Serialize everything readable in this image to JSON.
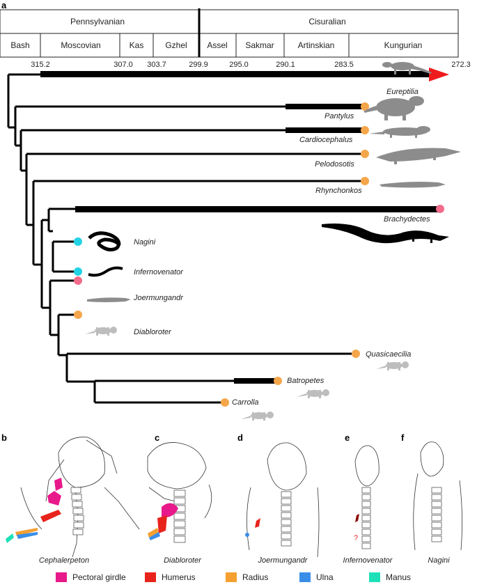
{
  "panel_a": {
    "label": "a",
    "periods": [
      "Pennsylvanian",
      "Cisuralian"
    ],
    "stages": [
      "Bash",
      "Moscovian",
      "Kas",
      "Gzhel",
      "Assel",
      "Sakmar",
      "Artinskian",
      "Kungurian"
    ],
    "ages": [
      "315.2",
      "307.0",
      "303.7",
      "299.9",
      "295.0",
      "290.1",
      "283.5",
      "272.3"
    ],
    "taxa": [
      {
        "name": "Eureptilia",
        "dot": "none"
      },
      {
        "name": "Pantylus",
        "dot": "radius"
      },
      {
        "name": "Cardiocephalus",
        "dot": "radius"
      },
      {
        "name": "Pelodosotis",
        "dot": "radius"
      },
      {
        "name": "Rhynchonkos",
        "dot": "radius"
      },
      {
        "name": "Brachydectes",
        "dot": "pectoral"
      },
      {
        "name": "Nagini",
        "dot": "manus"
      },
      {
        "name": "Infernovenator",
        "dot": "manus"
      },
      {
        "name": "Joermungandr",
        "dot": "pectoral"
      },
      {
        "name": "Diabloroter",
        "dot": "radius"
      },
      {
        "name": "Quasicaecilia",
        "dot": "radius"
      },
      {
        "name": "Batropetes",
        "dot": "radius"
      },
      {
        "name": "Carrolla",
        "dot": "radius"
      }
    ]
  },
  "panels": [
    {
      "label": "b",
      "name": "Cephalerpeton"
    },
    {
      "label": "c",
      "name": "Diabloroter"
    },
    {
      "label": "d",
      "name": "Joermungandr"
    },
    {
      "label": "e",
      "name": "Infernovenator"
    },
    {
      "label": "f",
      "name": "Nagini"
    }
  ],
  "question_mark": "?",
  "legend": [
    {
      "label": "Pectoral girdle",
      "color": "#e8198b"
    },
    {
      "label": "Humerus",
      "color": "#e8231b"
    },
    {
      "label": "Radius",
      "color": "#f5a030"
    },
    {
      "label": "Ulna",
      "color": "#3a8ee8"
    },
    {
      "label": "Manus",
      "color": "#1ee0b8"
    }
  ],
  "colors": {
    "radius_dot": "#f5a64a",
    "pectoral_dot": "#f26b8a",
    "manus_dot": "#22d3e6",
    "arrow": "#ee1c1c",
    "silhouette_grey": "#8c8c8c",
    "silhouette_black": "#000000"
  }
}
